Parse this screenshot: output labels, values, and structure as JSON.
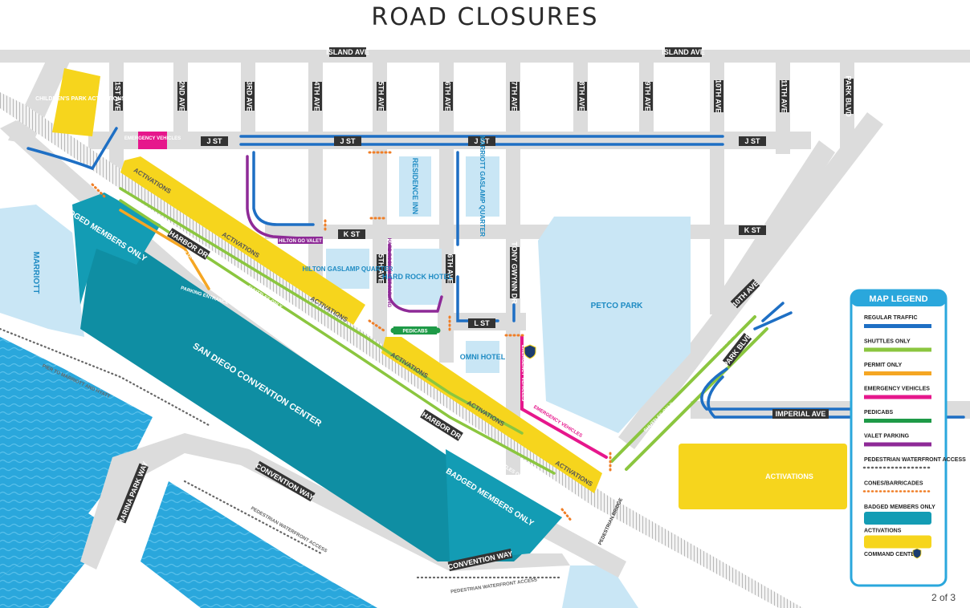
{
  "title": "ROAD CLOSURES",
  "page_number": "2 of 3",
  "streets": {
    "island_ave": "ISLAND AVE",
    "first_ave": "1ST AVE",
    "second_ave": "2ND AVE",
    "third_ave": "3RD AVE",
    "fourth_ave": "4TH AVE",
    "fifth_ave": "5TH AVE",
    "sixth_ave": "6TH AVE",
    "seventh_ave": "7TH AVE",
    "eighth_ave": "8TH AVE",
    "ninth_ave": "9TH AVE",
    "tenth_ave": "10TH AVE",
    "eleventh_ave": "11TH AVE",
    "park_blvd": "PARK BLVD",
    "j_st": "J ST",
    "k_st": "K ST",
    "l_st": "L ST",
    "harbor_dr": "HARBOR DR",
    "tony_gwynn_dr": "TONY GWYNN DR",
    "imperial_ave": "IMPERIAL AVE",
    "convention_way": "CONVENTION WAY",
    "marina_park_way": "MARINA PARK WAY"
  },
  "places": {
    "childrens_park": "CHILDREN'S PARK ACTIVATIONS",
    "residence_inn": "RESIDENCE INN",
    "marriott_gaslamp": "MARRIOTT GASLAMP QUARTER",
    "hilton_gaslamp": "HILTON GASLAMP QUARTER",
    "hard_rock": "HARD ROCK HOTEL",
    "omni": "OMNI HOTEL",
    "petco_park": "PETCO PARK",
    "marriott": "MARRIOTT",
    "convention_center": "SAN DIEGO CONVENTION CENTER",
    "badged_members": "BADGED MEMBERS ONLY",
    "activations": "ACTIVATIONS"
  },
  "labels": {
    "emergency_vehicles": "EMERGENCY VEHICLES",
    "hilton_go_valet": "HILTON GO VALET",
    "hard_rock_valet": "HARD ROCK VALET PARKING",
    "pedicabs": "PEDICABS",
    "shuttles_only": "SHUTTLES ONLY",
    "permit_only": "PERMIT ONLY",
    "parking_entrance": "PARKING ENTRANCE",
    "pedestrian_waterfront_access": "PEDESTRIAN WATERFRONT ACCESS",
    "pier_to_marriott": "PIER TO MARRIOTT AND HYATT",
    "pedestrian_bridge": "PEDESTRIAN BRIDGE"
  },
  "legend": {
    "title": "MAP LEGEND",
    "items": [
      {
        "label": "REGULAR TRAFFIC",
        "color": "#1e6fc4",
        "style": "line"
      },
      {
        "label": "SHUTTLES ONLY",
        "color": "#8bc63f",
        "style": "line"
      },
      {
        "label": "PERMIT ONLY",
        "color": "#f5a623",
        "style": "line"
      },
      {
        "label": "EMERGENCY VEHICLES",
        "color": "#e6178c",
        "style": "line"
      },
      {
        "label": "PEDICABS",
        "color": "#1e9a47",
        "style": "line"
      },
      {
        "label": "VALET PARKING",
        "color": "#8e2a97",
        "style": "line"
      },
      {
        "label": "PEDESTRIAN WATERFRONT ACCESS",
        "color": "#666666",
        "style": "dots"
      },
      {
        "label": "CONES/BARRICADES",
        "color": "#f07e26",
        "style": "dots"
      },
      {
        "label": "BADGED MEMBERS ONLY",
        "color": "#139cb4",
        "style": "box"
      },
      {
        "label": "ACTIVATIONS",
        "color": "#f6d51d",
        "style": "box"
      },
      {
        "label": "COMMAND CENTER",
        "color": "#1c3d6e",
        "style": "shield"
      }
    ]
  },
  "colors": {
    "road": "#dcdcdc",
    "water": "#2aa7dc",
    "building": "#c9e6f5",
    "traffic": "#1e6fc4",
    "shuttle": "#8bc63f",
    "permit": "#f5a623",
    "emergency": "#e6178c",
    "pedicab": "#1e9a47",
    "valet": "#8e2a97",
    "cones": "#f07e26",
    "badged": "#139cb4",
    "activation": "#f6d51d",
    "convention": "#0f8ea3"
  }
}
